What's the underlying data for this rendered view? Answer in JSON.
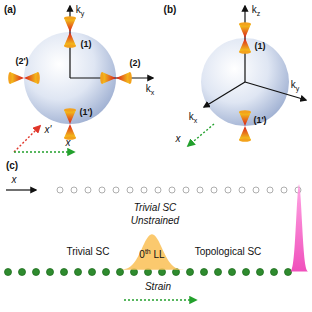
{
  "diagram": {
    "labels": [
      "(a)",
      "ky",
      "kx",
      "(1)",
      "(2)",
      "(2')",
      "(1')",
      "x'",
      "x",
      "(b)",
      "kz",
      "ky",
      "kx",
      "(1)",
      "(1')",
      "x",
      "(c)",
      "x",
      "Trivial SC",
      "Unstrained",
      "Trivial SC",
      "0th LL",
      "Topological SC",
      "Strain"
    ]
  }
}
